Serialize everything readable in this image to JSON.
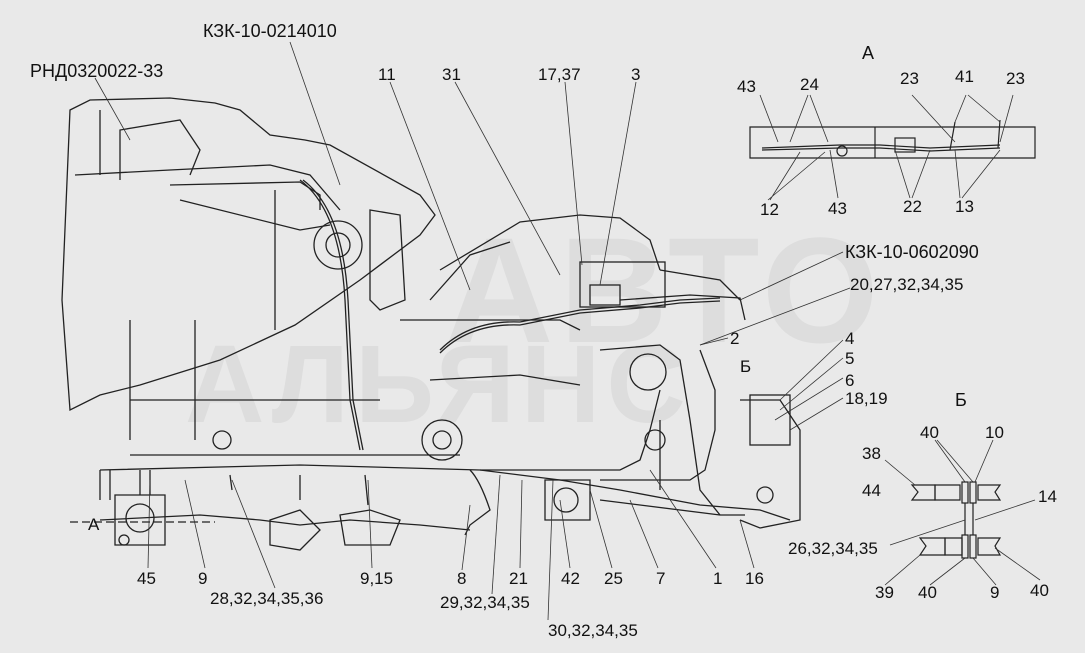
{
  "labels": {
    "kzk_top": "КЗК-10-0214010",
    "rnd": "РНД0320022-33",
    "n11": "11",
    "n31": "31",
    "n17_37": "17,37",
    "n3": "3",
    "kzk_right": "КЗК-10-0602090",
    "n20_list": "20,27,32,34,35",
    "n2": "2",
    "b_mark": "Б",
    "n4": "4",
    "n5": "5",
    "n6": "6",
    "n18_19": "18,19",
    "n45": "45",
    "n9a": "9",
    "n28_list": "28,32,34,35,36",
    "n9_15": "9,15",
    "n8": "8",
    "n29_list": "29,32,34,35",
    "n21": "21",
    "n42": "42",
    "n25": "25",
    "n7": "7",
    "n1": "1",
    "n16": "16",
    "n30_list": "30,32,34,35",
    "a_mark": "А"
  },
  "inset_a": {
    "title": "А",
    "l43a": "43",
    "l24": "24",
    "l23a": "23",
    "l41": "41",
    "l23b": "23",
    "l12": "12",
    "l43b": "43",
    "l22": "22",
    "l13": "13"
  },
  "inset_b": {
    "title": "Б",
    "l40a": "40",
    "l10": "10",
    "l38": "38",
    "l44": "44",
    "l14": "14",
    "l26": "26,32,34,35",
    "l39": "39",
    "l40b": "40",
    "l9": "9",
    "l40c": "40"
  },
  "watermark": {
    "line1": "АВТО",
    "line2": "АЛЬЯНС"
  }
}
